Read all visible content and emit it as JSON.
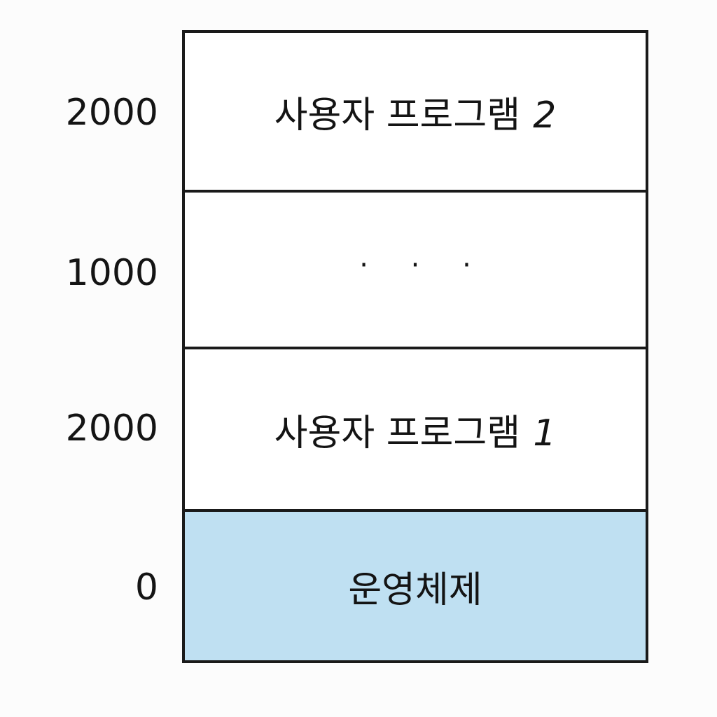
{
  "diagram": {
    "blocks": [
      {
        "text": "사용자 프로그램",
        "num": "2"
      },
      {
        "text": "· · ·"
      },
      {
        "text": "사용자 프로그램",
        "num": "1"
      },
      {
        "text": "운영체제",
        "fill": "#bfe0f2"
      }
    ],
    "addresses": [
      "2000",
      "1000",
      "2000",
      "0"
    ]
  }
}
